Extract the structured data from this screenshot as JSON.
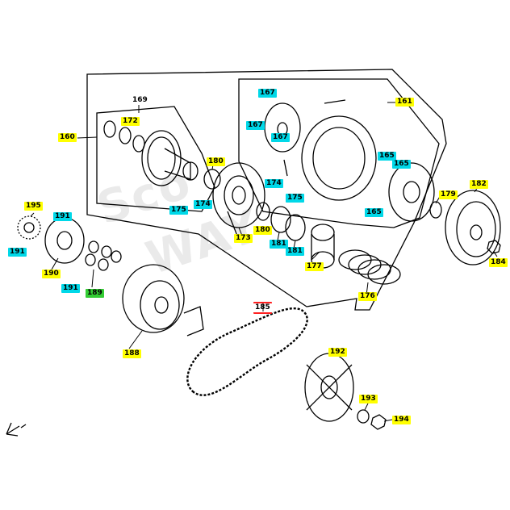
{
  "watermark": {
    "line1": "Sco",
    "line2": "WAY"
  },
  "colors": {
    "yellow": "#ffff00",
    "cyan": "#00d8e8",
    "green": "#33cc33",
    "red": "#ff2020"
  },
  "callouts": [
    {
      "id": "160",
      "label": "160",
      "color": "yellow"
    },
    {
      "id": "169",
      "label": "169",
      "color": "plain"
    },
    {
      "id": "172",
      "label": "172",
      "color": "yellow"
    },
    {
      "id": "161",
      "label": "161",
      "color": "yellow"
    },
    {
      "id": "167a",
      "label": "167",
      "color": "cyan"
    },
    {
      "id": "167b",
      "label": "167",
      "color": "cyan"
    },
    {
      "id": "167c",
      "label": "167",
      "color": "cyan"
    },
    {
      "id": "165a",
      "label": "165",
      "color": "cyan"
    },
    {
      "id": "165b",
      "label": "165",
      "color": "cyan"
    },
    {
      "id": "165c",
      "label": "165",
      "color": "cyan"
    },
    {
      "id": "180a",
      "label": "180",
      "color": "yellow"
    },
    {
      "id": "174a",
      "label": "174",
      "color": "cyan"
    },
    {
      "id": "174b",
      "label": "174",
      "color": "cyan"
    },
    {
      "id": "175a",
      "label": "175",
      "color": "cyan"
    },
    {
      "id": "175b",
      "label": "175",
      "color": "cyan"
    },
    {
      "id": "173",
      "label": "173",
      "color": "yellow"
    },
    {
      "id": "180b",
      "label": "180",
      "color": "yellow"
    },
    {
      "id": "181a",
      "label": "181",
      "color": "cyan"
    },
    {
      "id": "181b",
      "label": "181",
      "color": "cyan"
    },
    {
      "id": "177",
      "label": "177",
      "color": "yellow"
    },
    {
      "id": "176",
      "label": "176",
      "color": "yellow"
    },
    {
      "id": "179",
      "label": "179",
      "color": "yellow"
    },
    {
      "id": "182",
      "label": "182",
      "color": "yellow"
    },
    {
      "id": "184",
      "label": "184",
      "color": "yellow"
    },
    {
      "id": "195",
      "label": "195",
      "color": "yellow"
    },
    {
      "id": "191a",
      "label": "191",
      "color": "cyan"
    },
    {
      "id": "191b",
      "label": "191",
      "color": "cyan"
    },
    {
      "id": "191c",
      "label": "191",
      "color": "cyan"
    },
    {
      "id": "190",
      "label": "190",
      "color": "yellow"
    },
    {
      "id": "189",
      "label": "189",
      "color": "green"
    },
    {
      "id": "188",
      "label": "188",
      "color": "yellow"
    },
    {
      "id": "185",
      "label": "185",
      "color": "red"
    },
    {
      "id": "192",
      "label": "192",
      "color": "yellow"
    },
    {
      "id": "193",
      "label": "193",
      "color": "yellow"
    },
    {
      "id": "194",
      "label": "194",
      "color": "yellow"
    }
  ]
}
